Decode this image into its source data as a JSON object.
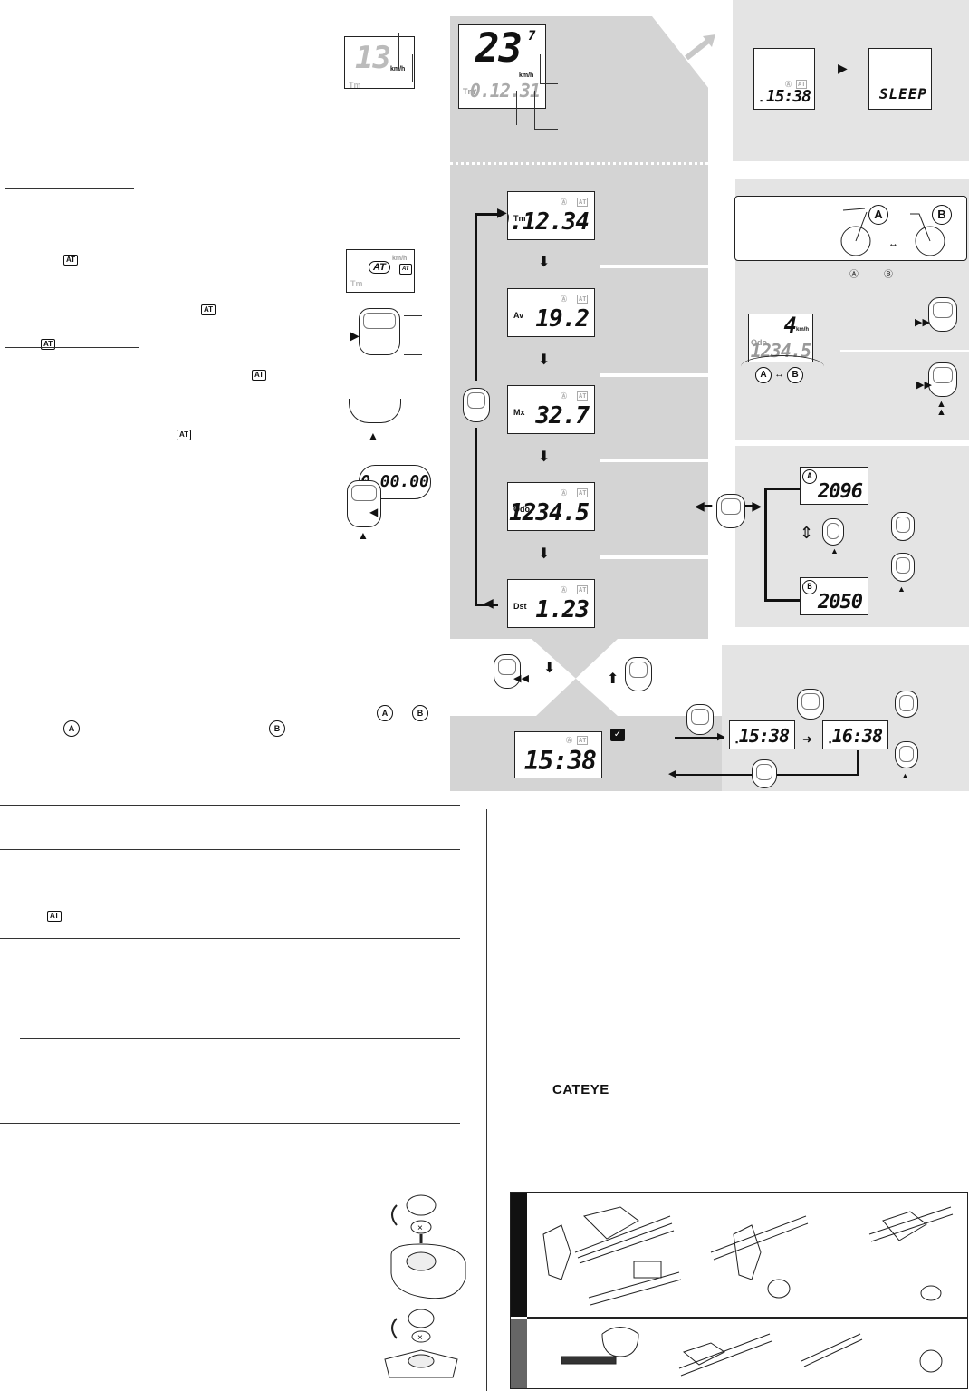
{
  "panel": {
    "top_speed": "23",
    "top_speed_decimal": "7",
    "top_speed_unit": "km/h",
    "top_label": "Tm",
    "top_time": "0.12.31",
    "sleep_clock": "15:38",
    "sleep_text": "SLEEP"
  },
  "modes": [
    {
      "label": "Tm",
      "value": "0.12.34"
    },
    {
      "label": "Av",
      "value": "19.2"
    },
    {
      "label": "Mx",
      "value": "32.7"
    },
    {
      "label": "Odo",
      "value": "1234.5"
    },
    {
      "label": "Dst",
      "value": "1.23"
    }
  ],
  "tire": {
    "a_letter": "A",
    "b_letter": "B",
    "a_value": "2096",
    "b_value": "2050",
    "odo_label": "Odo",
    "odo_value": "1234.5",
    "odo_speed": "4",
    "odo_unit": "km/h"
  },
  "clock": {
    "value": "15:38",
    "edit_from": "15:38",
    "edit_to": "16:38"
  },
  "left": {
    "top_lcd_digits": "13",
    "top_lcd_unit": "km/h",
    "top_lcd_label": "Tm",
    "at_badge": "AT",
    "at_lcd_unit": "km/h",
    "at_lcd_label": "Tm",
    "reset_bubble": "0.00.00"
  },
  "brand": "CATEYE"
}
